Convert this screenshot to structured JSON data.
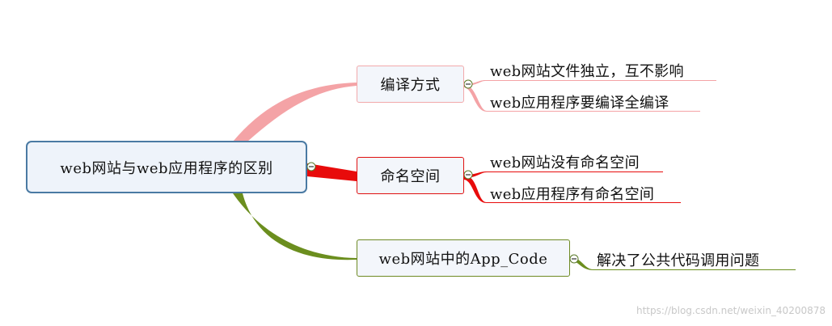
{
  "root": {
    "label": "web网站与web应用程序的区别"
  },
  "branches": [
    {
      "label": "编译方式",
      "color": "#f4a3a6",
      "leaves": [
        "web网站文件独立，互不影响",
        "web应用程序要编译全编译"
      ]
    },
    {
      "label": "命名空间",
      "color": "#e80b0b",
      "leaves": [
        "web网站没有命名空间",
        "web应用程序有命名空间"
      ]
    },
    {
      "label": "web网站中的App_Code",
      "color": "#6b8e1e",
      "leaves": [
        "解决了公共代码调用问题"
      ]
    }
  ],
  "watermark": "https://blog.csdn.net/weixin_40200878"
}
